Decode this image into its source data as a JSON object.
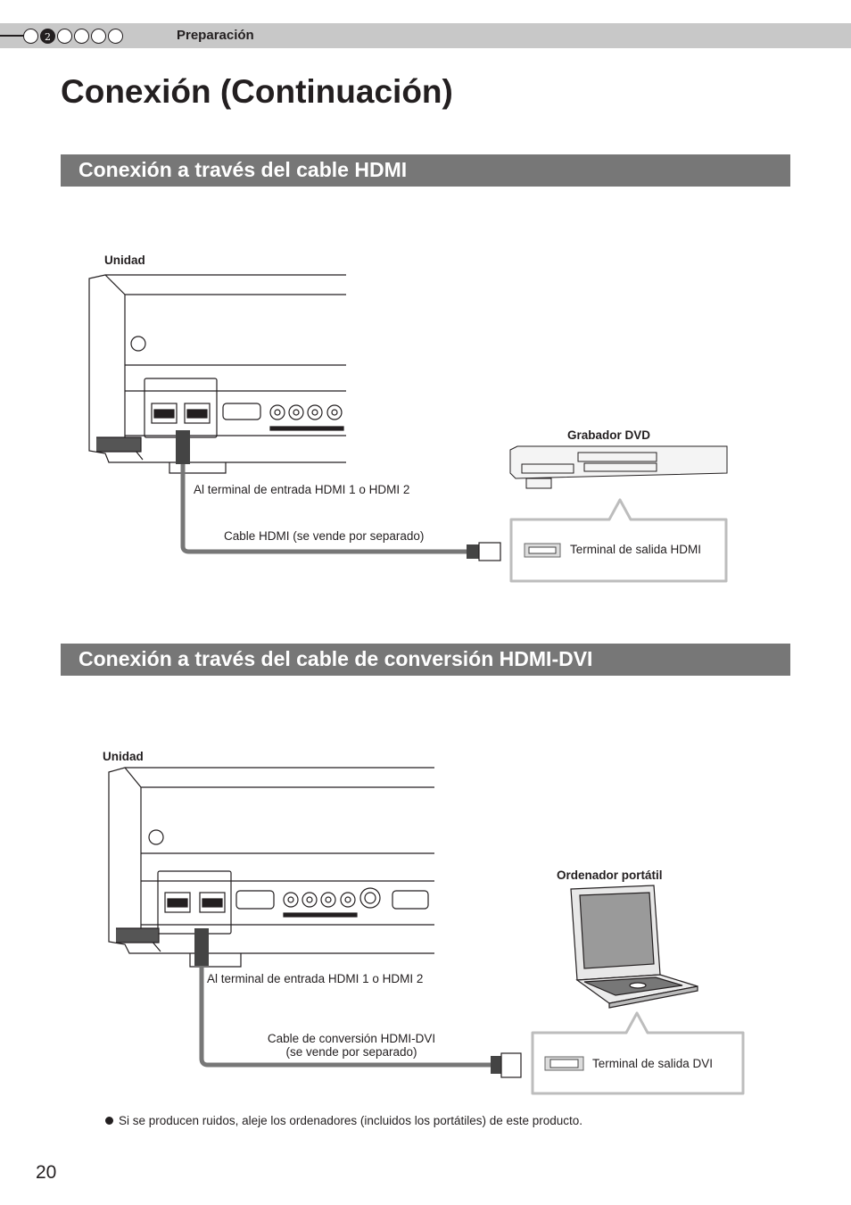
{
  "header": {
    "steps": [
      "",
      "2",
      "",
      "",
      "",
      ""
    ],
    "chapter": "Preparación"
  },
  "page_title": "Conexión (Continuación)",
  "section1": {
    "title": "Conexión a través del cable HDMI",
    "unit_label": "Unidad",
    "device_label": "Grabador DVD",
    "input_label": "Al terminal de entrada HDMI 1 o HDMI 2",
    "cable_label": "Cable HDMI (se vende por separado)",
    "output_label": "Terminal de salida HDMI"
  },
  "section2": {
    "title": "Conexión a través del cable de conversión HDMI-DVI",
    "unit_label": "Unidad",
    "device_label": "Ordenador portátil",
    "input_label": "Al terminal de entrada HDMI 1 o HDMI 2",
    "cable_label_1": "Cable de conversión HDMI-DVI",
    "cable_label_2": "(se vende por separado)",
    "output_label": "Terminal de salida DVI"
  },
  "note": "Si se producen ruidos, aleje los ordenadores (incluidos los portátiles) de este producto.",
  "page_number": "20"
}
